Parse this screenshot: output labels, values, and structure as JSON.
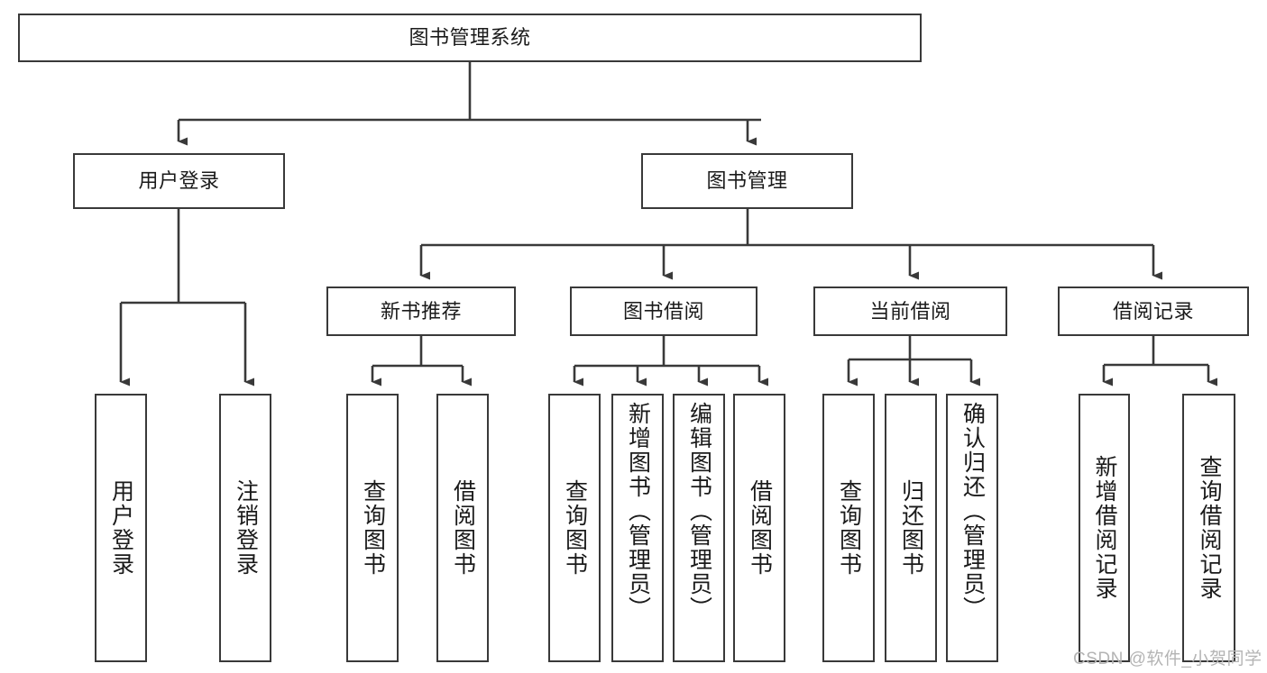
{
  "diagram": {
    "title": "图书管理系统",
    "type": "tree-hierarchy",
    "root": {
      "id": "root",
      "label": "图书管理系统"
    },
    "level2": [
      {
        "id": "user-login",
        "label": "用户登录"
      },
      {
        "id": "book-manage",
        "label": "图书管理"
      }
    ],
    "level3": [
      {
        "id": "new-book-recommend",
        "label": "新书推荐",
        "parent": "book-manage"
      },
      {
        "id": "book-borrow",
        "label": "图书借阅",
        "parent": "book-manage"
      },
      {
        "id": "current-borrow",
        "label": "当前借阅",
        "parent": "book-manage"
      },
      {
        "id": "borrow-record",
        "label": "借阅记录",
        "parent": "book-manage"
      }
    ],
    "leaves": [
      {
        "id": "leaf-user-login",
        "label": "用户登录",
        "parent": "user-login"
      },
      {
        "id": "leaf-logout-login",
        "label": "注销登录",
        "parent": "user-login"
      },
      {
        "id": "leaf-query-book-1",
        "label": "查询图书",
        "parent": "new-book-recommend"
      },
      {
        "id": "leaf-borrow-book-1",
        "label": "借阅图书",
        "parent": "new-book-recommend"
      },
      {
        "id": "leaf-query-book-2",
        "label": "查询图书",
        "parent": "book-borrow"
      },
      {
        "id": "leaf-add-book",
        "label": "新增图书（管理员）",
        "parent": "book-borrow"
      },
      {
        "id": "leaf-edit-book",
        "label": "编辑图书（管理员）",
        "parent": "book-borrow"
      },
      {
        "id": "leaf-borrow-book-2",
        "label": "借阅图书",
        "parent": "book-borrow"
      },
      {
        "id": "leaf-query-book-3",
        "label": "查询图书",
        "parent": "current-borrow"
      },
      {
        "id": "leaf-return-book",
        "label": "归还图书",
        "parent": "current-borrow"
      },
      {
        "id": "leaf-confirm-return",
        "label": "确认归还（管理员）",
        "parent": "current-borrow"
      },
      {
        "id": "leaf-add-record",
        "label": "新增借阅记录",
        "parent": "borrow-record"
      },
      {
        "id": "leaf-query-record",
        "label": "查询借阅记录",
        "parent": "borrow-record"
      }
    ],
    "colors": {
      "stroke": "#393939",
      "fill": "#ffffff",
      "text": "#1a1a1a",
      "watermark": "#b4b4b4"
    }
  },
  "watermark": {
    "text": "CSDN @软件_小贺同学"
  }
}
